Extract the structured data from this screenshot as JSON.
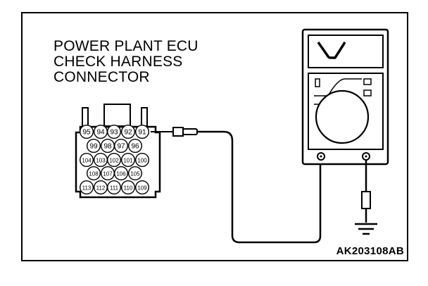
{
  "connector": {
    "title_lines": [
      "POWER PLANT ECU",
      "CHECK HARNESS",
      "CONNECTOR"
    ],
    "pin_rows": [
      [
        "95",
        "94",
        "93",
        "92",
        "91"
      ],
      [
        "99",
        "98",
        "97",
        "96"
      ],
      [
        "104",
        "103",
        "102",
        "101",
        "100"
      ],
      [
        "108",
        "107",
        "106",
        "105"
      ],
      [
        "113",
        "112",
        "111",
        "110",
        "109"
      ]
    ],
    "probe_pin": "91"
  },
  "figure_code": "AK203108AB",
  "colors": {
    "line": "#000000",
    "background": "#ffffff"
  }
}
